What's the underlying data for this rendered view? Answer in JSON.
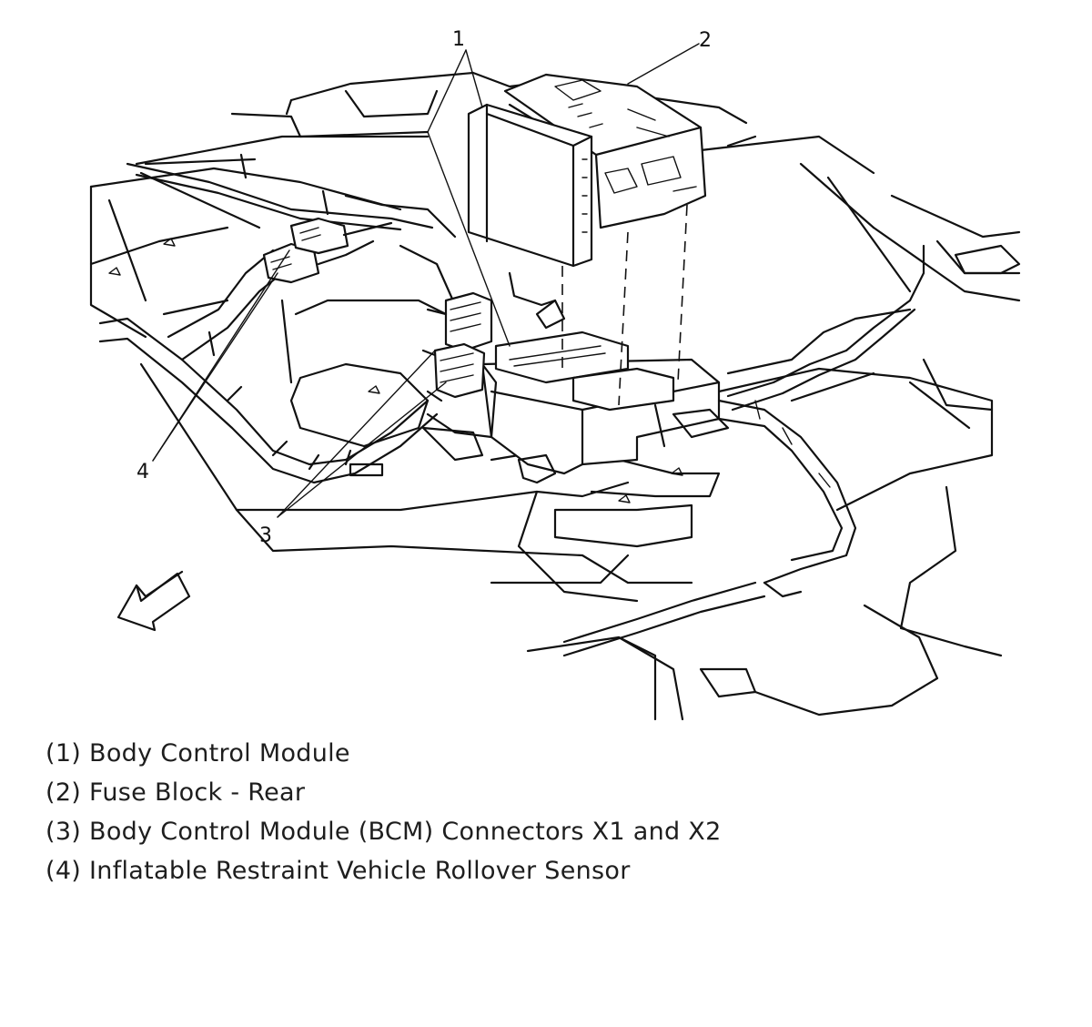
{
  "callouts": {
    "c1": "1",
    "c2": "2",
    "c3": "3",
    "c4": "4"
  },
  "legend": {
    "items": [
      "(1) Body Control Module",
      "(2) Fuse Block - Rear",
      "(3) Body Control Module (BCM) Connectors X1 and X2",
      "(4) Inflatable Restraint Vehicle Rollover Sensor"
    ]
  }
}
